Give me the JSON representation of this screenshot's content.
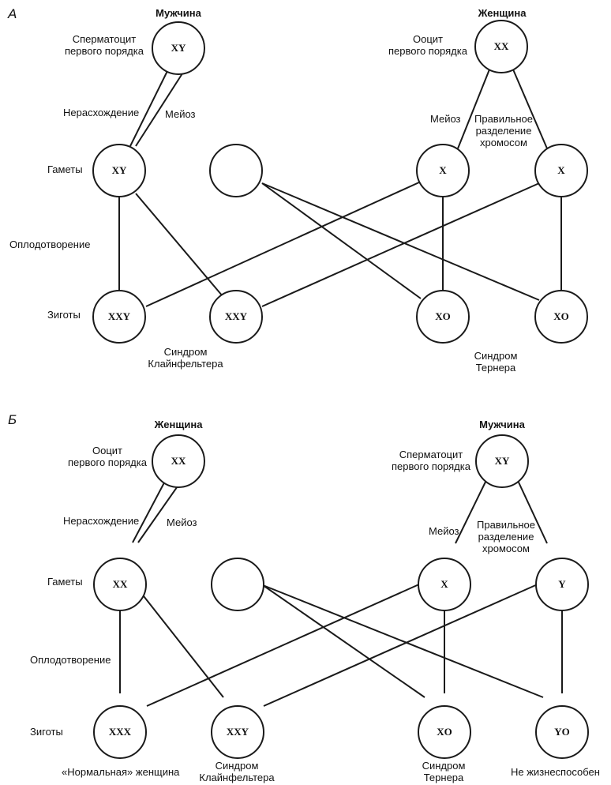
{
  "panel_a": {
    "letter": "А",
    "parent_left": {
      "title": "Мужчина",
      "cell_line1": "Сперматоцит",
      "cell_line2": "первого порядка",
      "genotype": "XY"
    },
    "parent_right": {
      "title": "Женщина",
      "cell_line1": "Ооцит",
      "cell_line2": "первого порядка",
      "genotype": "XX"
    },
    "nondisjunction": "Нерасхождение",
    "meiosis_left": "Мейоз",
    "meiosis_right": "Мейоз",
    "correct_line1": "Правильное",
    "correct_line2": "разделение",
    "correct_line3": "хромосом",
    "row_gametes": "Гаметы",
    "row_fertilization": "Оплодотворение",
    "row_zygotes": "Зиготы",
    "gametes": [
      "XY",
      "",
      "X",
      "X"
    ],
    "zygotes": [
      "XXY",
      "XXY",
      "XO",
      "XO"
    ],
    "syndrome_left_line1": "Синдром",
    "syndrome_left_line2": "Клайнфельтера",
    "syndrome_right_line1": "Синдром",
    "syndrome_right_line2": "Тернера"
  },
  "panel_b": {
    "letter": "Б",
    "parent_left": {
      "title": "Женщина",
      "cell_line1": "Ооцит",
      "cell_line2": "первого порядка",
      "genotype": "XX"
    },
    "parent_right": {
      "title": "Мужчина",
      "cell_line1": "Сперматоцит",
      "cell_line2": "первого порядка",
      "genotype": "XY"
    },
    "nondisjunction": "Нерасхождение",
    "meiosis_left": "Мейоз",
    "meiosis_right": "Мейоз",
    "correct_line1": "Правильное",
    "correct_line2": "разделение",
    "correct_line3": "хромосом",
    "row_gametes": "Гаметы",
    "row_fertilization": "Оплодотворение",
    "row_zygotes": "Зиготы",
    "gametes": [
      "XX",
      "",
      "X",
      "Y"
    ],
    "zygotes": [
      "XXX",
      "XXY",
      "XO",
      "YO"
    ],
    "outcomes": {
      "normal_female": "«Нормальная» женщина",
      "klinefelter_line1": "Синдром",
      "klinefelter_line2": "Клайнфельтера",
      "turner_line1": "Синдром",
      "turner_line2": "Тернера",
      "nonviable": "Не жизнеспособен"
    }
  }
}
